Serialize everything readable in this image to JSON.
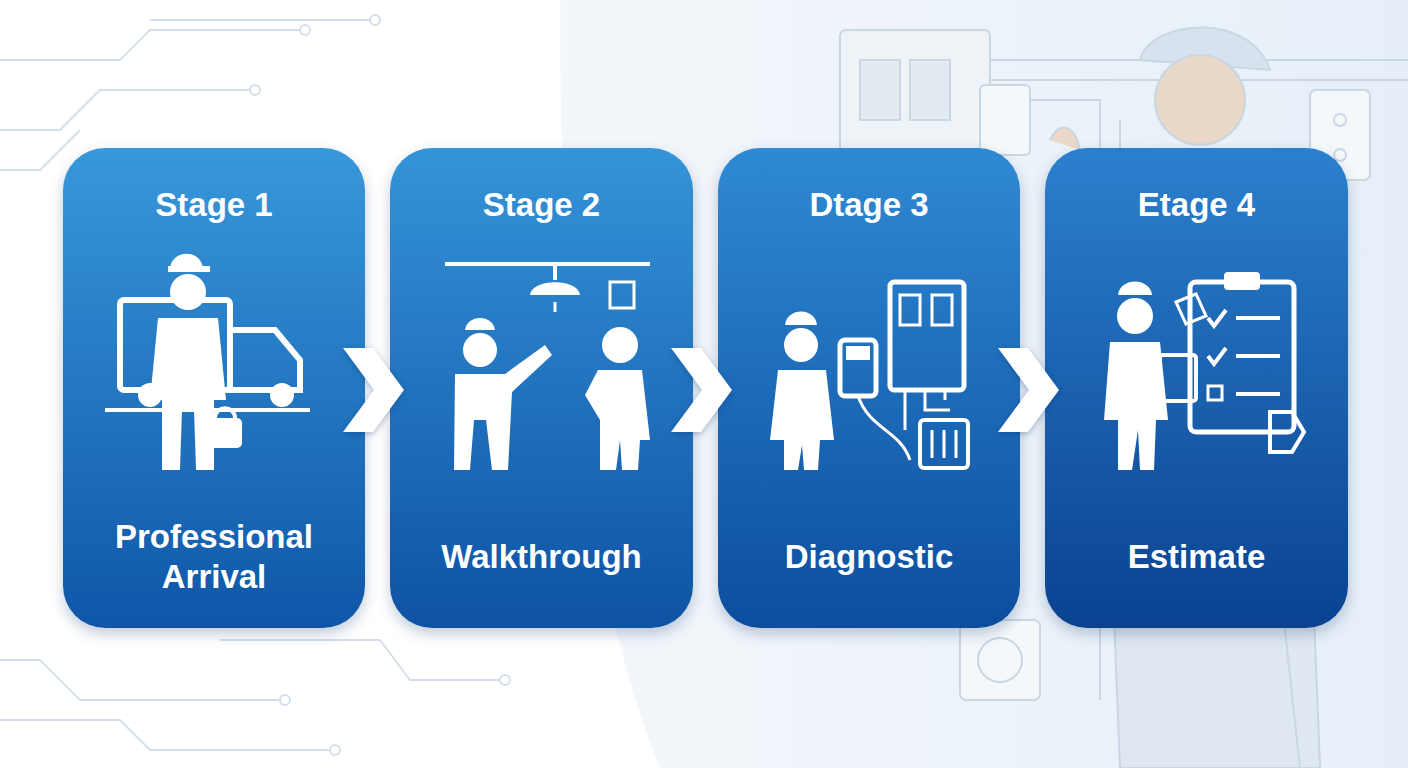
{
  "diagram": {
    "nodes": [
      {
        "text": [
          "Stage 1",
          "Professional Arrival"
        ]
      },
      {
        "text": [
          "Stage 2",
          "Walkthrough"
        ]
      },
      {
        "text": [
          "Dtage 3",
          "Diagnostic"
        ]
      },
      {
        "text": [
          "Etage 4",
          "Estimate"
        ]
      }
    ],
    "edges": [
      {
        "from": 0,
        "to": 1,
        "arrow": "to"
      },
      {
        "from": 1,
        "to": 2,
        "arrow": "to"
      },
      {
        "from": 2,
        "to": 3,
        "arrow": "to"
      }
    ]
  }
}
